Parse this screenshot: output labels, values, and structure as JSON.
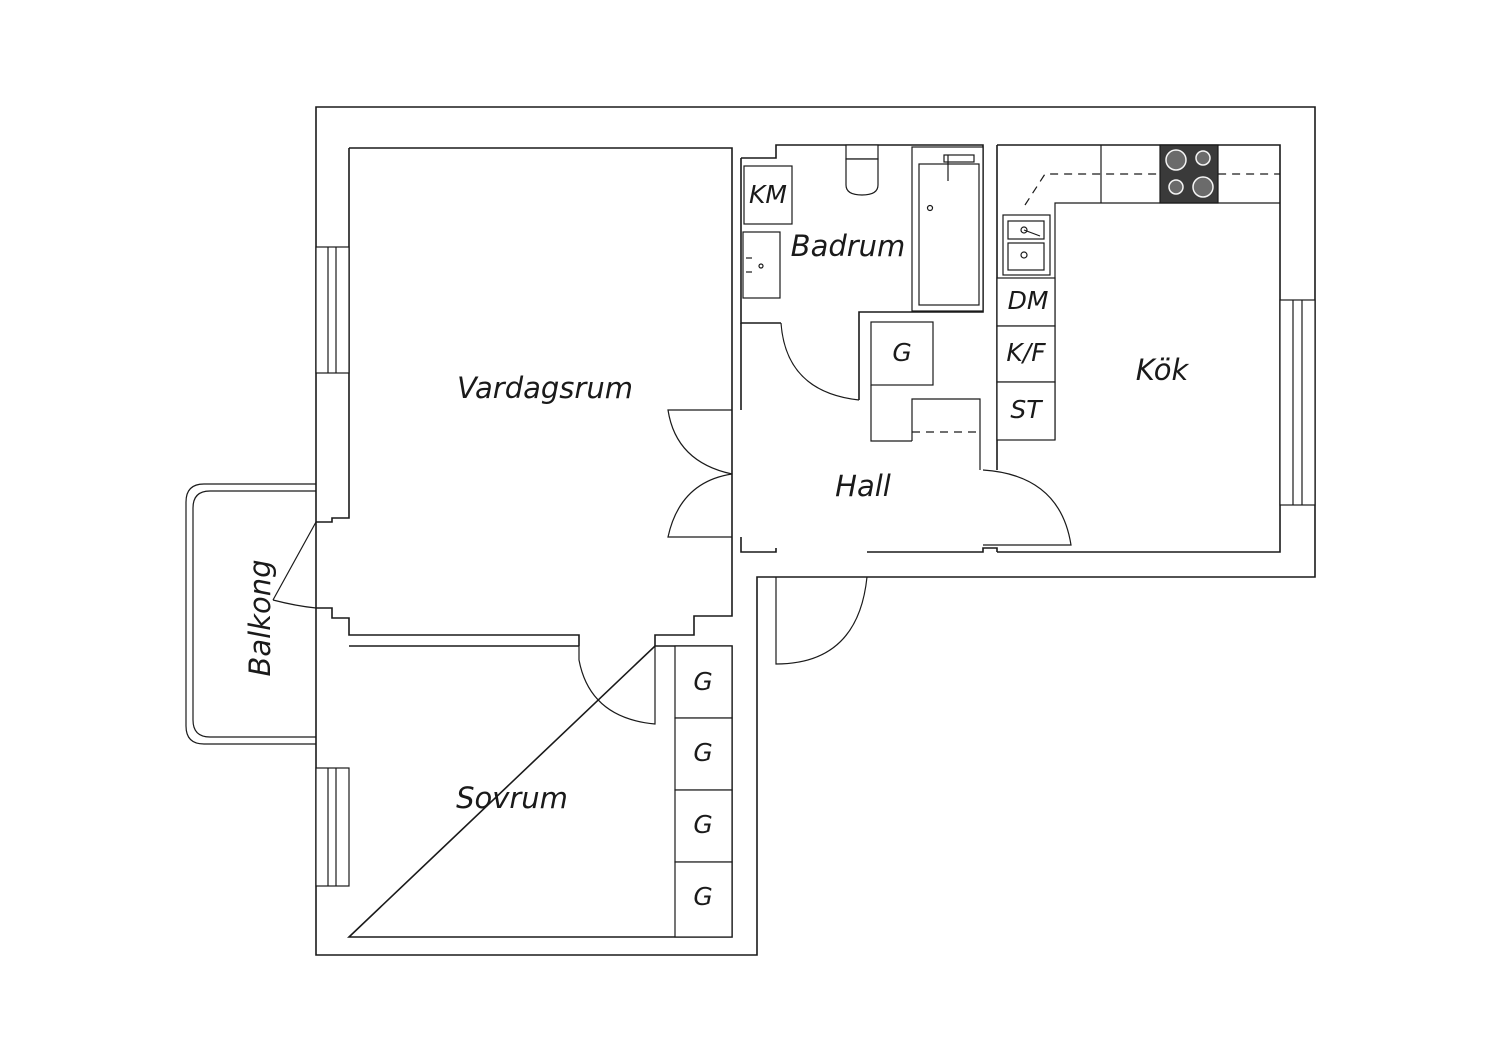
{
  "rooms": {
    "living": "Vardagsrum",
    "bath": "Badrum",
    "kitchen": "Kök",
    "hall": "Hall",
    "bedroom": "Sovrum",
    "balcony": "Balkong"
  },
  "fixtures": {
    "washing_machine": "KM",
    "dishwasher": "DM",
    "fridge_freezer": "K/F",
    "storage": "ST",
    "wardrobe": "G"
  }
}
